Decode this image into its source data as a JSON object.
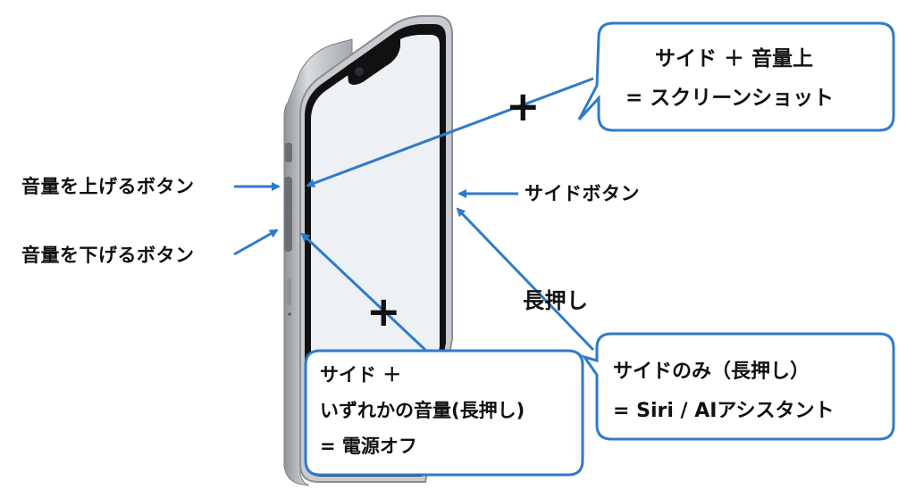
{
  "labels": {
    "volume_up": "音量を上げるボタン",
    "volume_down": "音量を下げるボタン",
    "side_button": "サイドボタン",
    "long_press": "長押し"
  },
  "callouts": {
    "screenshot": {
      "line1": "サイド ＋ 音量上",
      "line2": "= スクリーンショット"
    },
    "power_off": {
      "line1": "サイド ＋",
      "line2": "いずれかの音量(長押し)",
      "line3": "= 電源オフ"
    },
    "siri": {
      "line1": "サイドのみ（長押し）",
      "line2": "= Siri / AIアシスタント"
    }
  },
  "plus_signs": {
    "top": "+",
    "bottom": "+"
  },
  "colors": {
    "accent": "#2f7bc8",
    "box_border": "#2f7bc8",
    "text": "#111111",
    "phone_frame": "#b9bcc1",
    "screen": "#edf0f5"
  }
}
